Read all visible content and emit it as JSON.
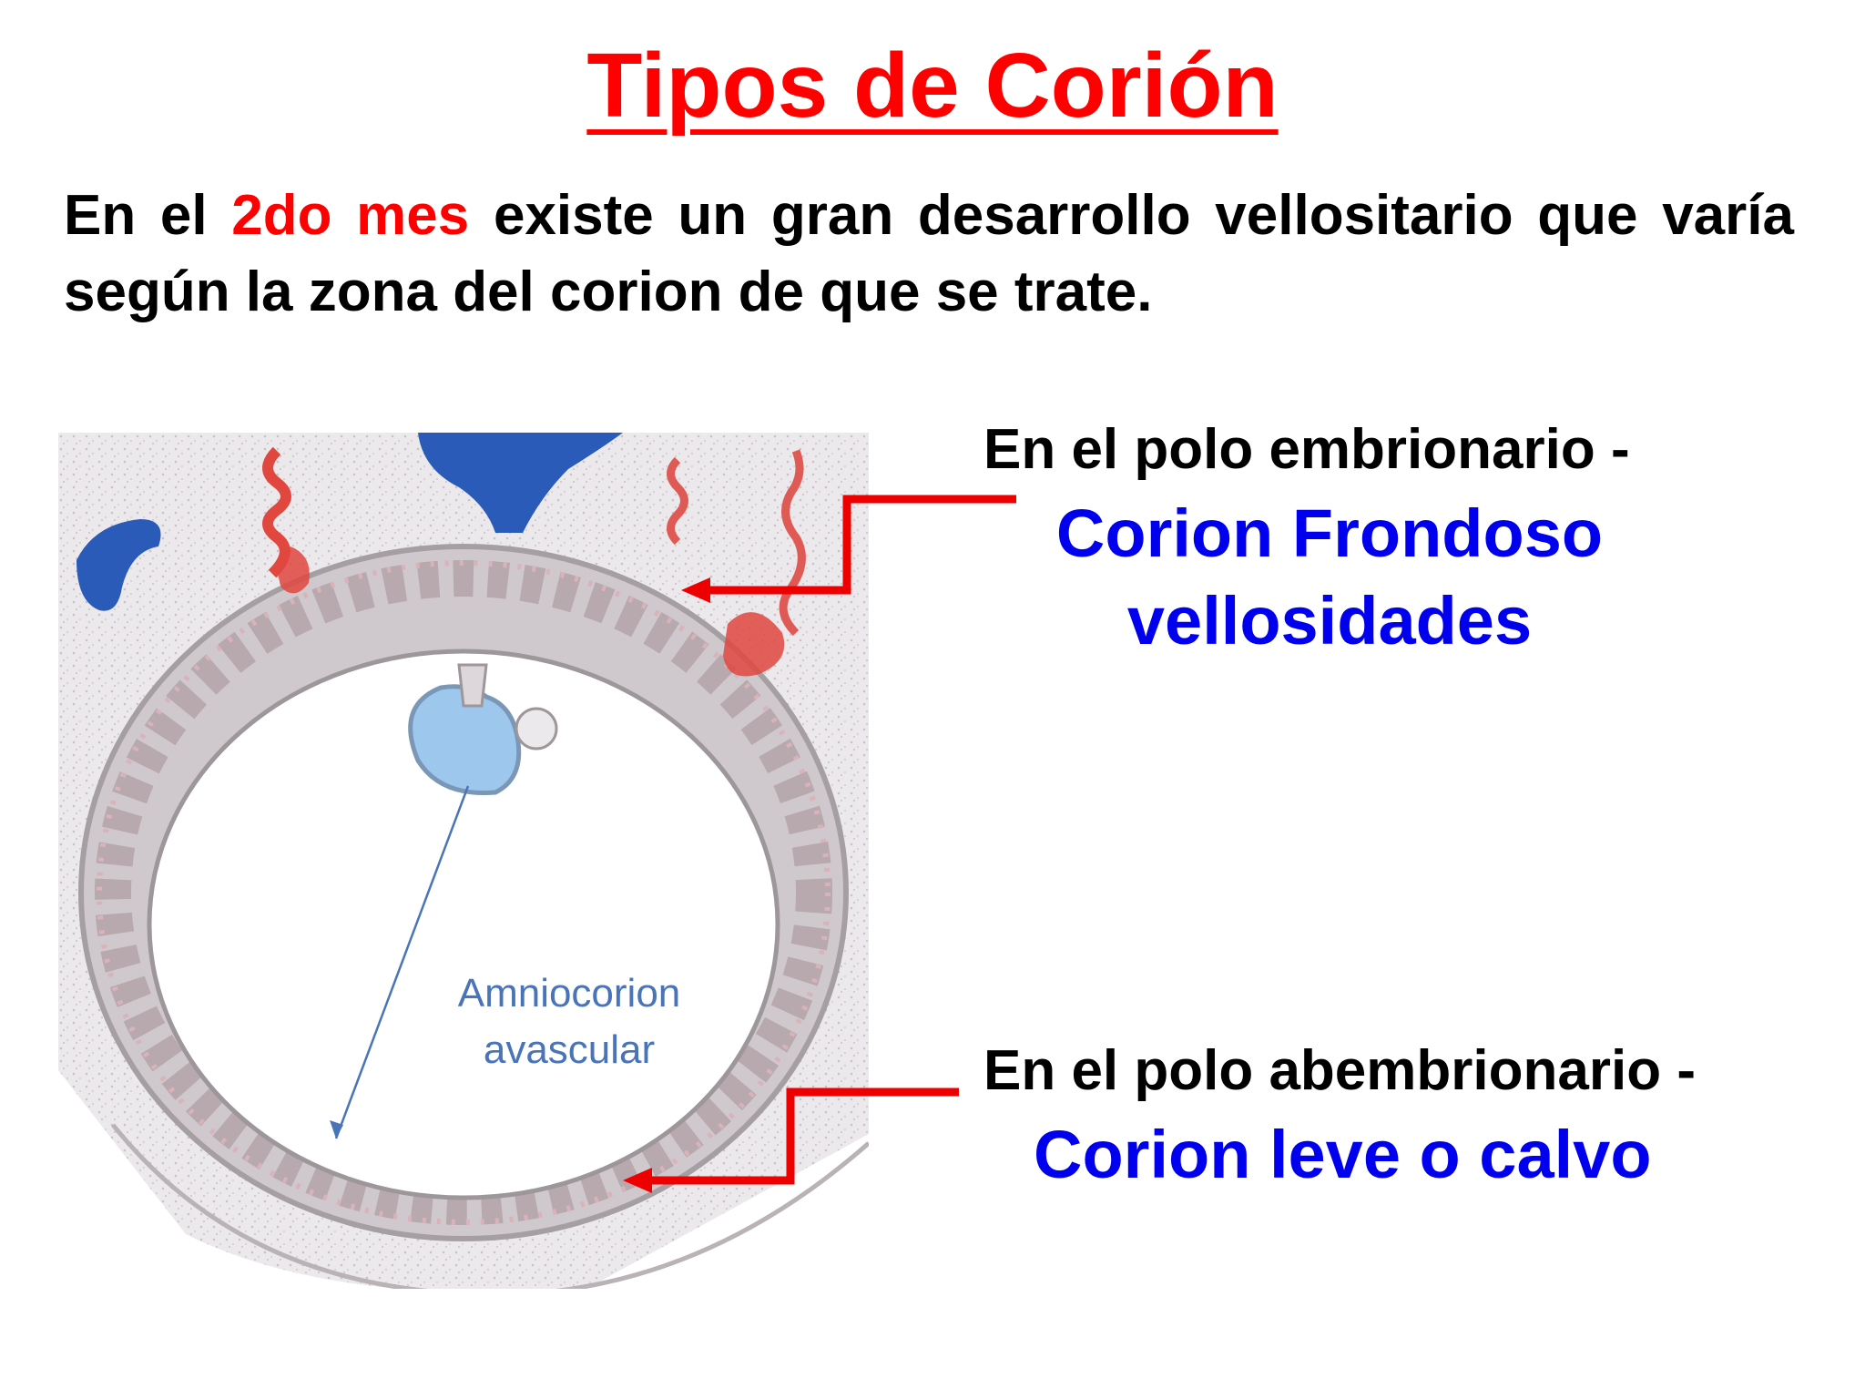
{
  "title": "Tipos de Corión ",
  "intro": {
    "before": "En el ",
    "highlight": "2do mes",
    "after": " existe un gran desarrollo vellositario que varía según la zona del corion de que se trate."
  },
  "labels": {
    "embrionario_prefix": "En el polo embrionario -",
    "embrionario_line1": "Corion Frondoso",
    "embrionario_line2": "vellosidades",
    "abembrionario_prefix": "En el polo abembrionario -",
    "abembrionario_value": "Corion leve o calvo",
    "amnio_line1": "Amniocorion",
    "amnio_line2": "avascular"
  },
  "colors": {
    "title": "#ff0000",
    "highlight": "#ff0000",
    "blue_labels": "#0000ee",
    "connector": "#ee0000",
    "annotation": "#4a74b8"
  }
}
